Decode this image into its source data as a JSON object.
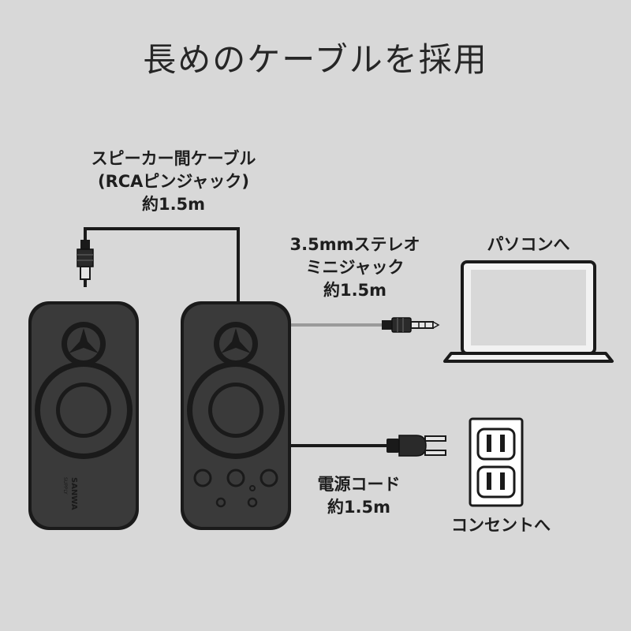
{
  "title": "長めのケーブルを採用",
  "speaker_cable": {
    "line1": "スピーカー間ケーブル",
    "line2": "(RCAピンジャック)",
    "line3": "約1.5m"
  },
  "mini_jack": {
    "line1": "3.5mmステレオ",
    "line2": "ミニジャック",
    "line3": "約1.5m"
  },
  "pc": {
    "label": "パソコンへ"
  },
  "power_cord": {
    "line1": "電源コード",
    "line2": "約1.5m"
  },
  "outlet": {
    "label": "コンセントへ"
  },
  "brand": {
    "name": "SANWA",
    "sub": "SUPPLY"
  },
  "colors": {
    "background": "#d8d8d8",
    "speaker_body": "#3a3a3a",
    "cable": "#1a1a1a",
    "audio_cable": "#9a9a9a"
  }
}
